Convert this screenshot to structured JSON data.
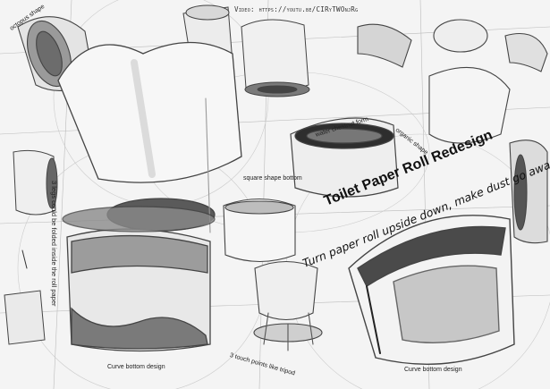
{
  "video_link": "Video: https://youtu.be/CIRyTWOnjRg",
  "title": "Toilet Paper Roll Redesign",
  "subtitle": "Turn paper roll upside down, make dust go away!",
  "annotations": {
    "octopus_shape": "octopus shape",
    "water_chestnut": "water chestnut form",
    "organic_shape": "organic shape",
    "square_bottom": "square shape bottom",
    "three_legs": "3 legs could be folded inside the roll paper",
    "curve_bottom_left": "Curve bottom design",
    "tripod": "3 touch points like tripod",
    "curve_bottom_right": "Curve bottom design"
  }
}
